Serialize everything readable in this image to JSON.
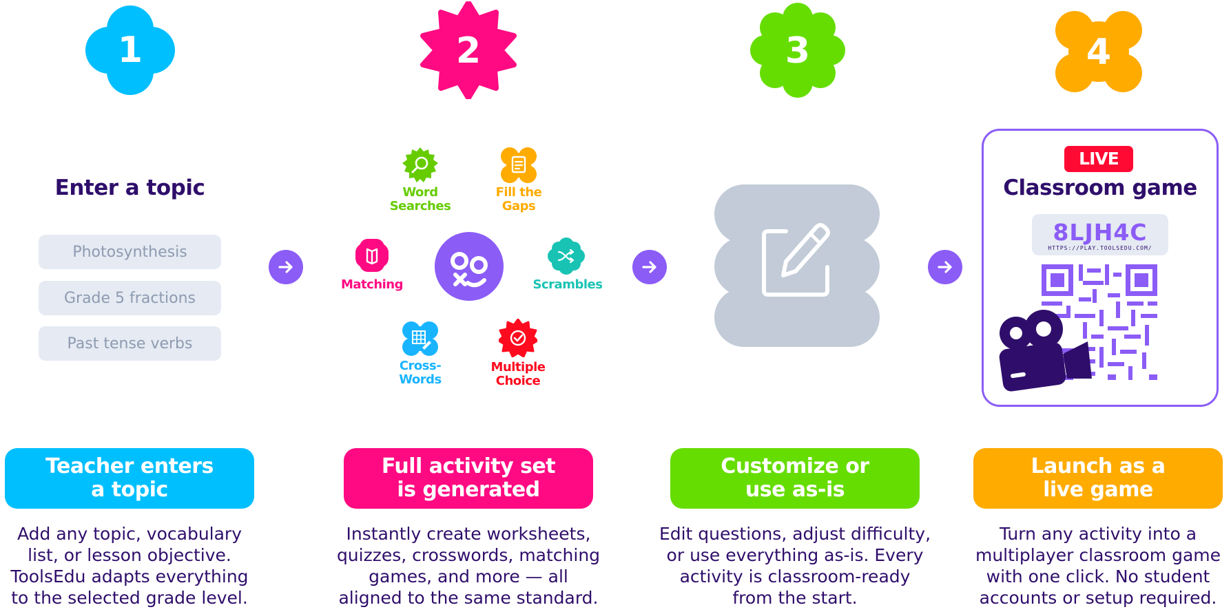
{
  "steps": [
    {
      "number": "1",
      "color": "#00bfff",
      "button_lines": [
        "Teacher enters",
        "a topic"
      ],
      "desc_lines": [
        "Add any topic, vocabulary",
        "list, or lesson objective.",
        "ToolsEdu adapts everything",
        "to the selected grade level."
      ]
    },
    {
      "number": "2",
      "color": "#ff0a82",
      "button_lines": [
        "Full activity set",
        "is generated"
      ],
      "desc_lines": [
        "Instantly create worksheets,",
        "quizzes, crosswords, matching",
        "games, and more — all",
        "aligned to the same standard."
      ]
    },
    {
      "number": "3",
      "color": "#66dd00",
      "button_lines": [
        "Customize or",
        "use as-is"
      ],
      "desc_lines": [
        "Edit questions, adjust difficulty,",
        "or use everything as-is. Every",
        "activity is classroom-ready",
        "from the start."
      ]
    },
    {
      "number": "4",
      "color": "#ffab00",
      "button_lines": [
        "Launch as a",
        "live game"
      ],
      "desc_lines": [
        "Turn any activity into a",
        "multiplayer classroom game",
        "with one click. No student",
        "accounts or setup required."
      ]
    }
  ],
  "topic_panel": {
    "title": "Enter a topic",
    "examples": [
      "Photosynthesis",
      "Grade 5 fractions",
      "Past tense verbs"
    ]
  },
  "activities": [
    {
      "lines": [
        "Word",
        "Searches"
      ],
      "color": "#66cc00",
      "icon": "search-icon"
    },
    {
      "lines": [
        "Fill the",
        "Gaps"
      ],
      "color": "#ffab00",
      "icon": "document-icon"
    },
    {
      "lines": [
        "Matching"
      ],
      "color": "#ff0a82",
      "icon": "book-icon"
    },
    {
      "lines": [
        "Scrambles"
      ],
      "color": "#19c3b3",
      "icon": "shuffle-icon"
    },
    {
      "lines": [
        "Cross-",
        "Words"
      ],
      "color": "#19b4ff",
      "icon": "grid-pencil-icon"
    },
    {
      "lines": [
        "Multiple",
        "Choice"
      ],
      "color": "#ff0a1e",
      "icon": "check-icon"
    }
  ],
  "live_panel": {
    "badge": "LIVE",
    "title": "Classroom game",
    "code": "8LJH4C",
    "url": "HTTPS://PLAY.TOOLSEDU.COM/"
  },
  "colors": {
    "purple": "#8b5cf6",
    "dark_purple": "#2f0e6b",
    "editor_gray": "#c2cbd7",
    "live_red": "#ff0a32"
  }
}
